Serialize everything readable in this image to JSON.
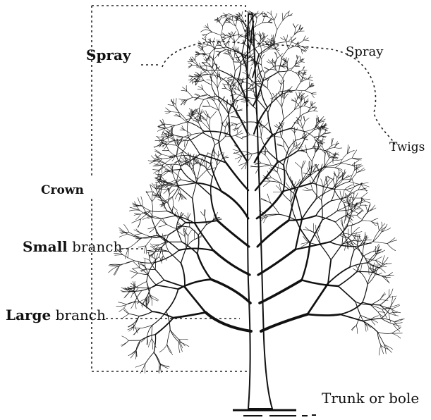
{
  "diagram": {
    "labels": {
      "spray_left": "Spray",
      "spray_right": "Spray",
      "twigs": "Twigs",
      "crown": "Crown",
      "small_branch_bold": "Small",
      "small_branch_rest": " branch",
      "large_branch_bold": "Large",
      "large_branch_rest": " branch",
      "trunk": "Trunk or bole"
    },
    "colors": {
      "ink": "#111111",
      "background": "#ffffff"
    }
  }
}
